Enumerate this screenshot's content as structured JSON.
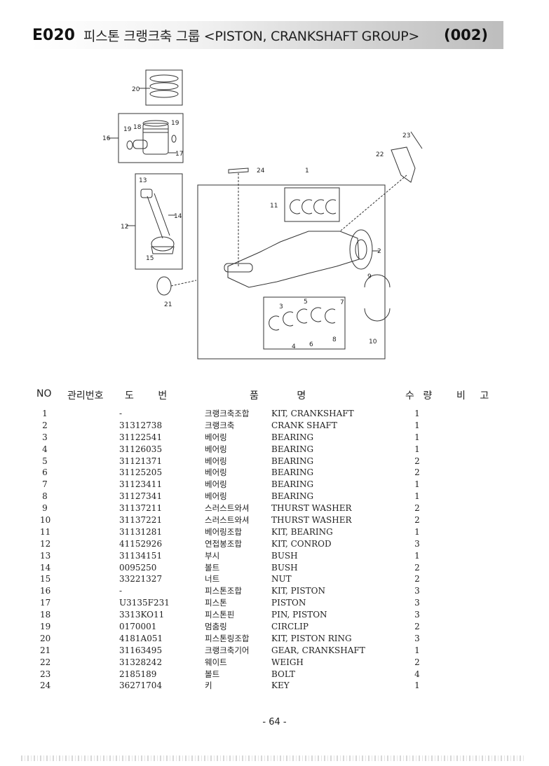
{
  "header": {
    "code": "E020",
    "title": "피스톤 크랭크축 그룹 <PISTON, CRANKSHAFT GROUP>",
    "page_ref": "(002)"
  },
  "diagram": {
    "callouts": [
      "20",
      "19",
      "18",
      "19",
      "16",
      "17",
      "13",
      "14",
      "12",
      "15",
      "21",
      "24",
      "1",
      "11",
      "2",
      "23",
      "22",
      "9",
      "10",
      "3",
      "5",
      "7",
      "4",
      "6",
      "8"
    ]
  },
  "table": {
    "headers": {
      "no": "NO",
      "mgmt": "관리번호",
      "drawing": "도 번",
      "name": "품 명",
      "qty": "수 량",
      "remark": "비 고"
    },
    "rows": [
      {
        "no": "1",
        "pn": "-",
        "ko": "크랭크축조합",
        "en": "KIT, CRANKSHAFT",
        "qty": "1"
      },
      {
        "no": "2",
        "pn": "31312738",
        "ko": "크랭크축",
        "en": "CRANK SHAFT",
        "qty": "1"
      },
      {
        "no": "3",
        "pn": "31122541",
        "ko": "베어링",
        "en": "BEARING",
        "qty": "1"
      },
      {
        "no": "4",
        "pn": "31126035",
        "ko": "베어링",
        "en": "BEARING",
        "qty": "1"
      },
      {
        "no": "5",
        "pn": "31121371",
        "ko": "베어링",
        "en": "BEARING",
        "qty": "2"
      },
      {
        "no": "6",
        "pn": "31125205",
        "ko": "베어링",
        "en": "BEARING",
        "qty": "2"
      },
      {
        "no": "7",
        "pn": "31123411",
        "ko": "베어링",
        "en": "BEARING",
        "qty": "1"
      },
      {
        "no": "8",
        "pn": "31127341",
        "ko": "베어링",
        "en": "BEARING",
        "qty": "1"
      },
      {
        "no": "9",
        "pn": "31137211",
        "ko": "스러스트와셔",
        "en": "THURST WASHER",
        "qty": "2"
      },
      {
        "no": "10",
        "pn": "31137221",
        "ko": "스러스트와셔",
        "en": "THURST WASHER",
        "qty": "2"
      },
      {
        "no": "11",
        "pn": "31131281",
        "ko": "베어링조합",
        "en": "KIT, BEARING",
        "qty": "1"
      },
      {
        "no": "12",
        "pn": "41152926",
        "ko": "연접봉조합",
        "en": "KIT, CONROD",
        "qty": "3"
      },
      {
        "no": "13",
        "pn": "31134151",
        "ko": "부시",
        "en": "BUSH",
        "qty": "1"
      },
      {
        "no": "14",
        "pn": "0095250",
        "ko": "볼트",
        "en": "BUSH",
        "qty": "2"
      },
      {
        "no": "15",
        "pn": "33221327",
        "ko": "너트",
        "en": "NUT",
        "qty": "2"
      },
      {
        "no": "16",
        "pn": "-",
        "ko": "피스톤조합",
        "en": "KIT, PISTON",
        "qty": "3"
      },
      {
        "no": "17",
        "pn": "U3135F231",
        "ko": "피스톤",
        "en": "PISTON",
        "qty": "3"
      },
      {
        "no": "18",
        "pn": "3313KO11",
        "ko": "피스톤핀",
        "en": "PIN, PISTON",
        "qty": "3"
      },
      {
        "no": "19",
        "pn": "0170001",
        "ko": "멈춤링",
        "en": "CIRCLIP",
        "qty": "2"
      },
      {
        "no": "20",
        "pn": "4181A051",
        "ko": "피스톤링조합",
        "en": "KIT, PISTON RING",
        "qty": "3"
      },
      {
        "no": "21",
        "pn": "31163495",
        "ko": "크랭크축기어",
        "en": "GEAR, CRANKSHAFT",
        "qty": "1"
      },
      {
        "no": "22",
        "pn": "31328242",
        "ko": "웨이트",
        "en": "WEIGH",
        "qty": "2"
      },
      {
        "no": "23",
        "pn": "2185189",
        "ko": "볼트",
        "en": "BOLT",
        "qty": "4"
      },
      {
        "no": "24",
        "pn": "36271704",
        "ko": "키",
        "en": "KEY",
        "qty": "1"
      }
    ]
  },
  "footer": {
    "page": "- 64 -"
  }
}
